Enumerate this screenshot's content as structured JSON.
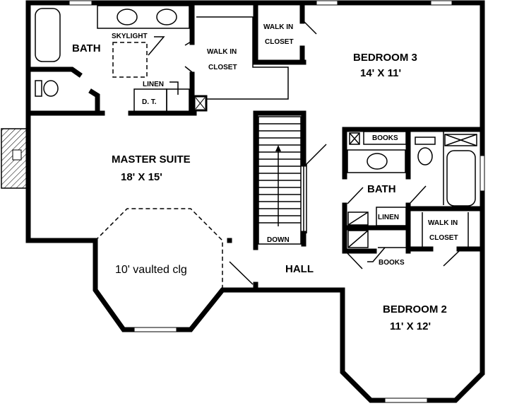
{
  "rooms": {
    "master_suite": {
      "name": "MASTER SUITE",
      "size": "18' X 15'"
    },
    "vaulted": "10' vaulted clg",
    "bedroom3": {
      "name": "BEDROOM 3",
      "size": "14' X 11'"
    },
    "bedroom2": {
      "name": "BEDROOM 2",
      "size": "11' X 12'"
    },
    "bath_master": "BATH",
    "bath_hall": "BATH",
    "hall": "HALL"
  },
  "labels": {
    "skylight": "SKYLIGHT",
    "linen_master": "LINEN",
    "dt": "D. T.",
    "walk_in_master_1": "WALK IN",
    "walk_in_master_2": "CLOSET",
    "walk_in_b3_1": "WALK IN",
    "walk_in_b3_2": "CLOSET",
    "walk_in_b2_1": "WALK IN",
    "walk_in_b2_2": "CLOSET",
    "books_top": "BOOKS",
    "books_bottom": "BOOKS",
    "linen_hall": "LINEN",
    "down": "DOWN"
  }
}
